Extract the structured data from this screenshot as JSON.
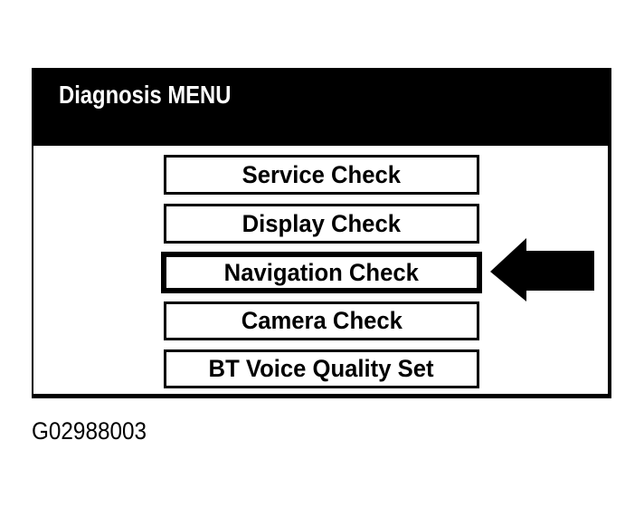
{
  "screen": {
    "title": "Diagnosis MENU",
    "buttons": [
      {
        "label": "Service Check",
        "selected": false
      },
      {
        "label": "Display Check",
        "selected": false
      },
      {
        "label": "Navigation Check",
        "selected": true
      },
      {
        "label": "Camera Check",
        "selected": false
      },
      {
        "label": "BT Voice Quality Set",
        "selected": false
      }
    ]
  },
  "annotation": {
    "arrow_icon": "left-arrow",
    "points_to": "Navigation Check"
  },
  "caption": "G02988003",
  "colors": {
    "header_bg": "#000000",
    "header_text": "#ffffff",
    "frame_border": "#000000",
    "button_border": "#000000",
    "button_text": "#000000",
    "arrow": "#000000",
    "background": "#ffffff"
  }
}
